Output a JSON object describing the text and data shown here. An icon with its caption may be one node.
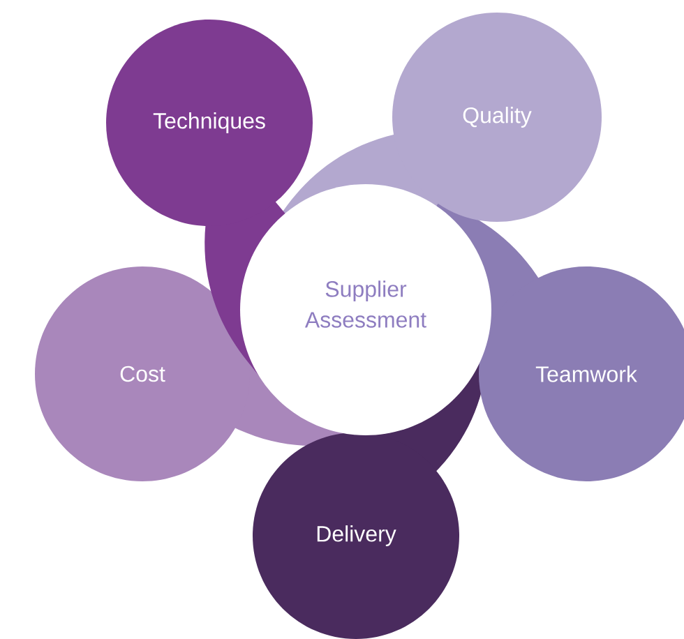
{
  "diagram": {
    "nodes": [
      {
        "text": [
          "Supplier Assessment"
        ]
      },
      {
        "text": [
          "Techniques"
        ]
      },
      {
        "text": [
          "Quality"
        ]
      },
      {
        "text": [
          "Teamwork"
        ]
      },
      {
        "text": [
          "Delivery"
        ]
      },
      {
        "text": [
          "Cost"
        ]
      }
    ]
  }
}
